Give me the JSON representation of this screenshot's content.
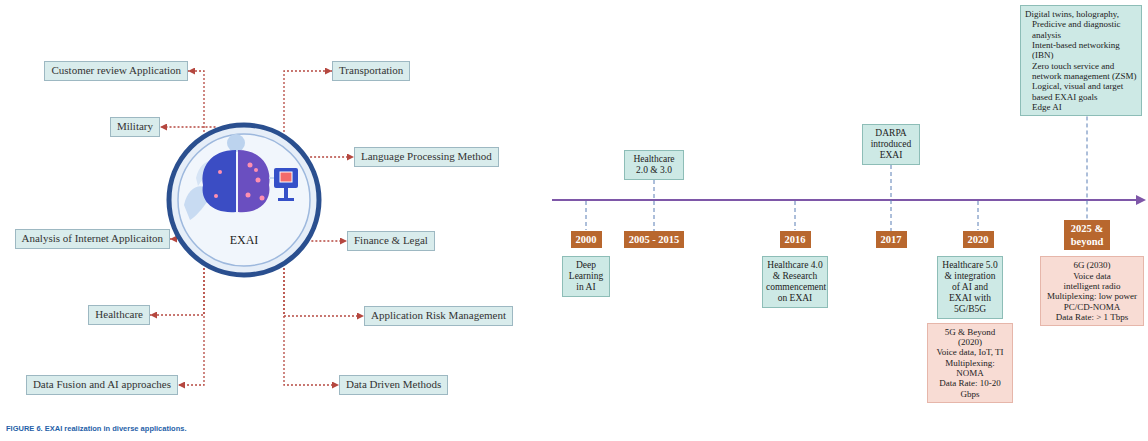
{
  "diagram": {
    "caption": "FIGURE 6. EXAI realization in diverse applications.",
    "nodes": [
      {
        "text": [
          "EXAI"
        ]
      },
      {
        "text": [
          "Customer review Application"
        ]
      },
      {
        "text": [
          "Military"
        ]
      },
      {
        "text": [
          "Analysis of Internet Applicaiton"
        ]
      },
      {
        "text": [
          "Healthcare"
        ]
      },
      {
        "text": [
          "Data Fusion and AI approaches"
        ]
      },
      {
        "text": [
          "Transportation"
        ]
      },
      {
        "text": [
          "Language Processing Method"
        ]
      },
      {
        "text": [
          "Finance & Legal"
        ]
      },
      {
        "text": [
          "Application Risk Management"
        ]
      },
      {
        "text": [
          "Data Driven Methods"
        ]
      },
      {
        "text": [
          "2000"
        ]
      },
      {
        "text": [
          "Deep Learning in AI"
        ]
      },
      {
        "text": [
          "Healthcare 2.0 & 3.0"
        ]
      },
      {
        "text": [
          "2005 - 2015"
        ]
      },
      {
        "text": [
          "2016"
        ]
      },
      {
        "text": [
          "Healthcare 4.0 & Research commencement on EXAI"
        ]
      },
      {
        "text": [
          "DARPA introduced EXAI"
        ]
      },
      {
        "text": [
          "2017"
        ]
      },
      {
        "text": [
          "2020"
        ]
      },
      {
        "text": [
          "Healthcare 5.0 & integration of AI and EXAI with 5G/B5G"
        ]
      },
      {
        "text": [
          "5G & Beyond (2020)",
          "Voice data, IoT, TI",
          "Multiplexing: NOMA",
          "Data Rate: 10-20 Gbps"
        ]
      },
      {
        "text": [
          "Digital twins, holography,",
          "Predicive and diagnostic analysis",
          "Intent-based networking (IBN)",
          "Zero touch service and network management (ZSM)",
          "Logical, visual and target based EXAI goals",
          "Edge AI"
        ]
      },
      {
        "text": [
          "2025 & beyond"
        ]
      },
      {
        "text": [
          "6G (2030)",
          "Voice data",
          "intelligent radio",
          "Multiplexing: low power PC/CD-NOMA",
          "Data Rate: > 1 Tbps"
        ]
      }
    ],
    "edges": [
      {
        "from": 0,
        "to": 1,
        "arrow": "to"
      },
      {
        "from": 0,
        "to": 2,
        "arrow": "to"
      },
      {
        "from": 0,
        "to": 3,
        "arrow": "to"
      },
      {
        "from": 0,
        "to": 4,
        "arrow": "to"
      },
      {
        "from": 0,
        "to": 5,
        "arrow": "to"
      },
      {
        "from": 0,
        "to": 6,
        "arrow": "to"
      },
      {
        "from": 0,
        "to": 7,
        "arrow": "to"
      },
      {
        "from": 0,
        "to": 8,
        "arrow": "to"
      },
      {
        "from": 0,
        "to": 9,
        "arrow": "to"
      },
      {
        "from": 0,
        "to": 10,
        "arrow": "to"
      },
      {
        "from": 13,
        "to": 14,
        "arrow": "none"
      },
      {
        "from": 17,
        "to": 18,
        "arrow": "none"
      },
      {
        "from": 22,
        "to": 23,
        "arrow": "none"
      }
    ]
  }
}
